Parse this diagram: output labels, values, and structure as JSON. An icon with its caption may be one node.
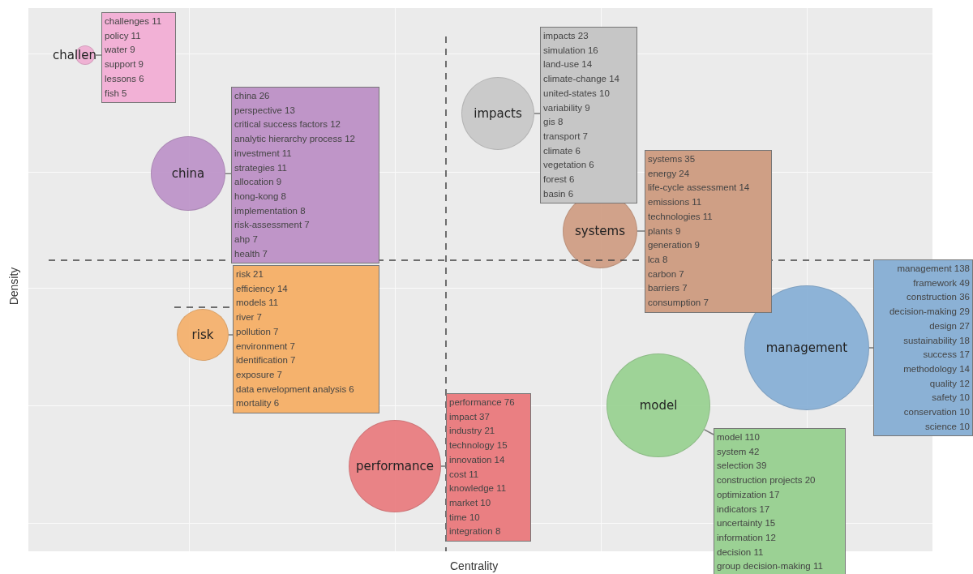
{
  "diagram": {
    "nodes": [
      {
        "text": [
          "challen"
        ]
      },
      {
        "text": [
          "challenges 11",
          "policy 11",
          "water 9",
          "support 9",
          "lessons 6",
          "fish 5"
        ]
      },
      {
        "text": [
          "impacts"
        ]
      },
      {
        "text": [
          "impacts 23",
          "simulation 16",
          "land-use 14",
          "climate-change 14",
          "united-states 10",
          "variability 9",
          "gis 8",
          "transport 7",
          "climate 6",
          "vegetation 6",
          "forest 6",
          "basin 6"
        ]
      },
      {
        "text": [
          "china"
        ]
      },
      {
        "text": [
          "china 26",
          "perspective 13",
          "critical success factors 12",
          "analytic hierarchy process 12",
          "investment 11",
          "strategies 11",
          "allocation 9",
          "hong-kong 8",
          "implementation 8",
          "risk-assessment 7",
          "ahp 7",
          "health 7"
        ]
      },
      {
        "text": [
          "systems"
        ]
      },
      {
        "text": [
          "systems 35",
          "energy 24",
          "life-cycle assessment 14",
          "emissions 11",
          "technologies 11",
          "plants 9",
          "generation 9",
          "lca 8",
          "carbon 7",
          "barriers 7",
          "consumption 7"
        ]
      },
      {
        "text": [
          "management"
        ]
      },
      {
        "text": [
          "management 138",
          "framework 49",
          "construction 36",
          "decision-making 29",
          "design 27",
          "sustainability 18",
          "success 17",
          "methodology 14",
          "quality 12",
          "safety 10",
          "conservation 10",
          "science 10"
        ]
      },
      {
        "text": [
          "risk"
        ]
      },
      {
        "text": [
          "risk 21",
          "efficiency 14",
          "models 11",
          "river 7",
          "pollution 7",
          "environment 7",
          "identification 7",
          "exposure 7",
          "data envelopment analysis 6",
          "mortality 6"
        ]
      },
      {
        "text": [
          "model"
        ]
      },
      {
        "text": [
          "model 110",
          "system 42",
          "selection 39",
          "construction projects 20",
          "optimization 17",
          "indicators 17",
          "uncertainty 15",
          "information 12",
          "decision 11",
          "group decision-making 11"
        ]
      },
      {
        "text": [
          "performance"
        ]
      },
      {
        "text": [
          "performance 76",
          "impact 37",
          "industry 21",
          "technology 15",
          "innovation 14",
          "cost 11",
          "knowledge 11",
          "market 10",
          "time 10",
          "integration 8"
        ]
      }
    ],
    "edges": [
      {
        "from": 0,
        "to": 1,
        "arrow": "none"
      },
      {
        "from": 2,
        "to": 3,
        "arrow": "none"
      },
      {
        "from": 4,
        "to": 5,
        "arrow": "none"
      },
      {
        "from": 6,
        "to": 7,
        "arrow": "none"
      },
      {
        "from": 8,
        "to": 9,
        "arrow": "none"
      },
      {
        "from": 10,
        "to": 11,
        "arrow": "none"
      },
      {
        "from": 12,
        "to": 13,
        "arrow": "none"
      },
      {
        "from": 14,
        "to": 15,
        "arrow": "none"
      }
    ],
    "labels": [
      "Density",
      "Centrality"
    ]
  }
}
